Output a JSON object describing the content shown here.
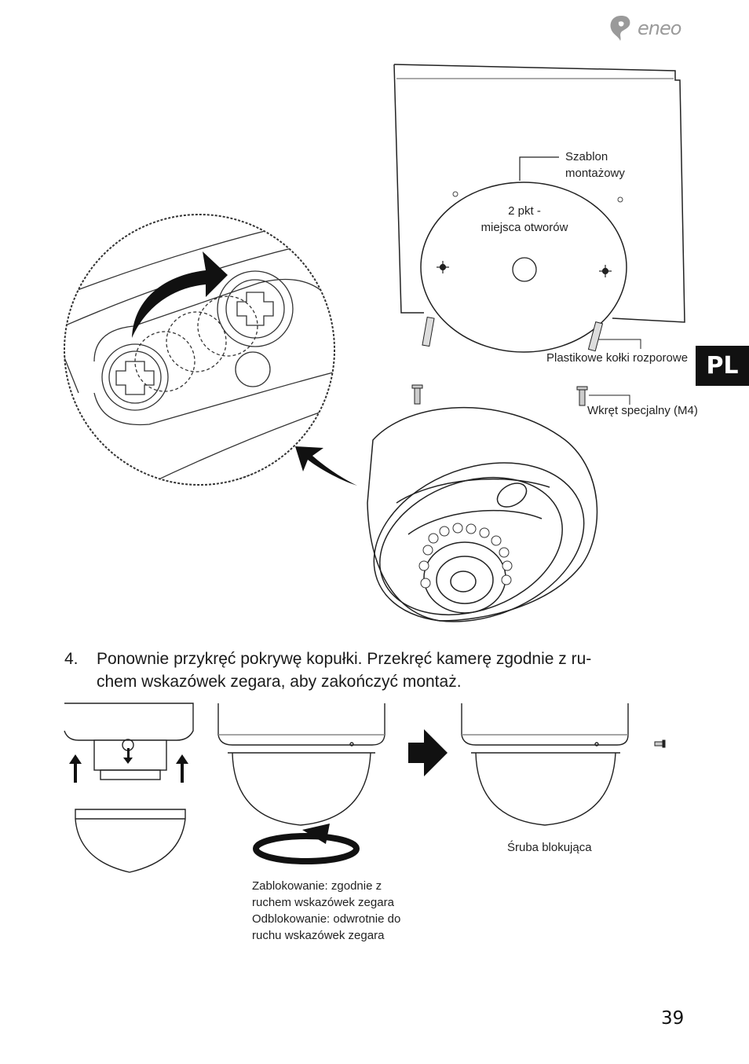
{
  "header": {
    "brand": "eneo",
    "logo_icon": "eneo-swirl-icon"
  },
  "language_tab": "PL",
  "diagram_top": {
    "labels": {
      "template": "Szablon\nmontażowy",
      "holes": "2 pkt -\nmiejsca otworów",
      "plugs": "Plastikowe kołki rozporowe",
      "screw": "Wkręt specjalny (M4)"
    }
  },
  "step": {
    "number": "4.",
    "text_line1": "Ponownie przykręć pokrywę kopułki. Przekręć kamerę zgodnie z ru-",
    "text_line2": "chem wskazówek zegara, aby zakończyć montaż."
  },
  "diagram_bottom": {
    "labels": {
      "locking_screw": "Śruba blokująca",
      "lock_line1": "Zablokowanie: zgodnie z",
      "lock_line2": "ruchem wskazówek zegara",
      "unlock_line1": "Odblokowanie: odwrotnie do",
      "unlock_line2": "ruchu wskazówek zegara"
    }
  },
  "page_number": "39"
}
